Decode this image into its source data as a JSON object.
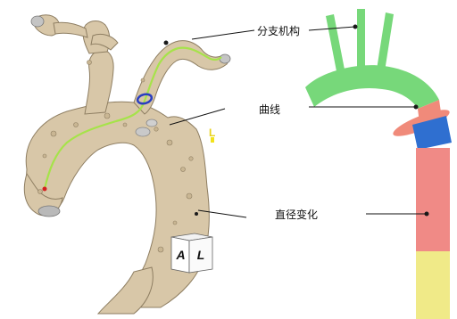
{
  "labels": {
    "branch": "分支机构",
    "curve": "曲线",
    "diameter": "直径变化",
    "marker_l": "L"
  },
  "orientation_cube": {
    "face_a": "A",
    "face_l": "L"
  },
  "colors": {
    "vessel": "#d8c7a8",
    "vessel_edge": "#8e7e62",
    "centerline": "#a6e34a",
    "ring": "#2a3fc0",
    "arch_green": "#77d87a",
    "band_red": "#f08a7a",
    "band_blue": "#2f6fd0",
    "tube_pink": "#f08a86",
    "tube_yellow": "#f0ea88",
    "marker_yellow": "#f2e21a"
  }
}
